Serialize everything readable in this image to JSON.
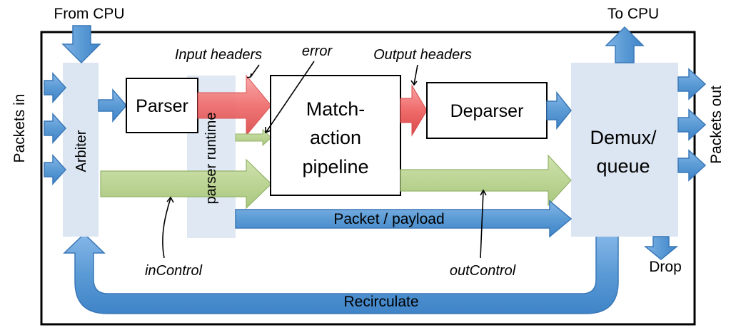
{
  "labels": {
    "from_cpu": "From CPU",
    "to_cpu": "To CPU",
    "packets_in": "Packets in",
    "packets_out": "Packets out",
    "arbiter": "Arbiter",
    "parser": "Parser",
    "parser_runtime": "parser runtime",
    "match_line1": "Match-",
    "match_line2": "action",
    "match_line3": "pipeline",
    "deparser": "Deparser",
    "demux_line1": "Demux/",
    "demux_line2": "queue",
    "input_headers": "Input headers",
    "error": "error",
    "output_headers": "Output headers",
    "packet_payload": "Packet / payload",
    "in_control": "inControl",
    "out_control": "outControl",
    "drop": "Drop",
    "recirculate": "Recirculate"
  },
  "colors": {
    "blue_arrow": "#5b9bd5",
    "blue_arrow_edge": "#3a78b8",
    "red_arrow": "#f06b6b",
    "green_arrow": "#b9d38f",
    "green_arrow_edge": "#94b36a",
    "panel": "#dce6f2"
  }
}
